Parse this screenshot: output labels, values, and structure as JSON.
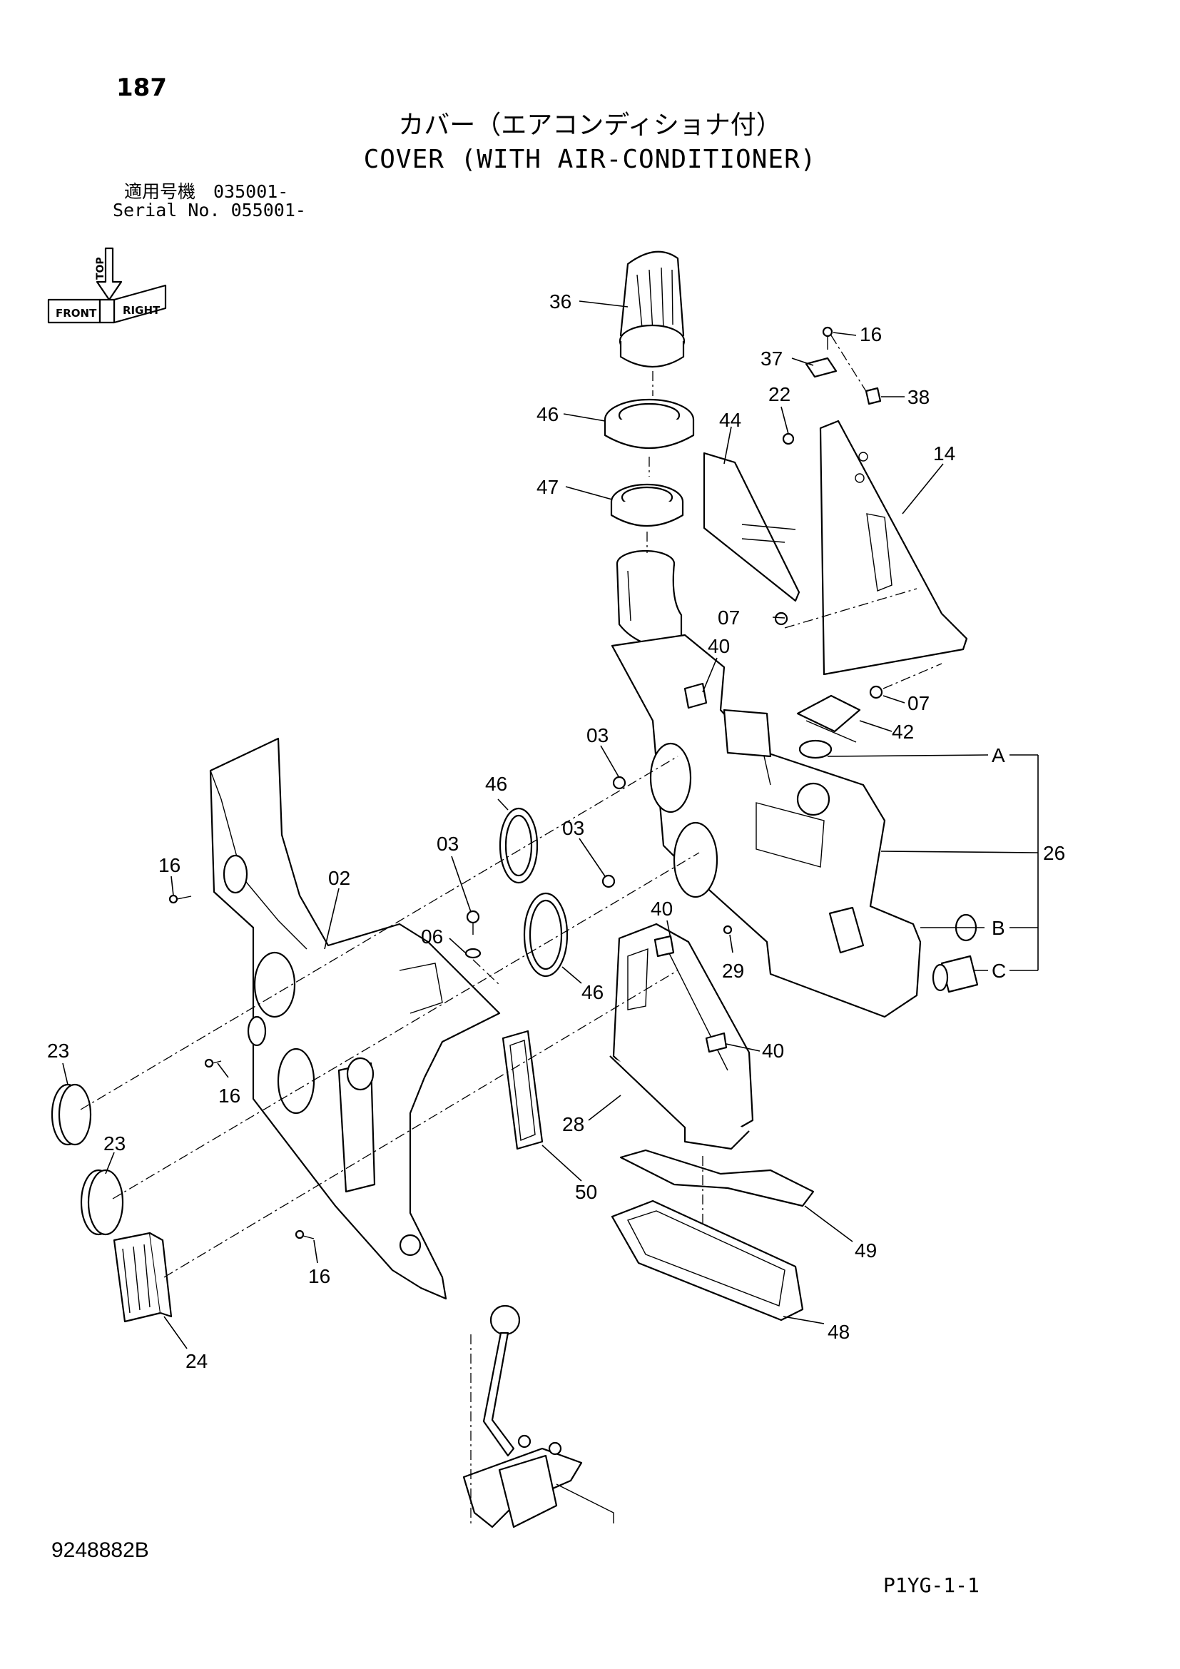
{
  "header": {
    "page_number": "187",
    "title_jp": "カバー（エアコンディショナ付）",
    "title_en": "COVER (WITH AIR-CONDITIONER)",
    "serial_jp": "適用号機　035001-",
    "serial_en": "Serial No. 055001-"
  },
  "orientation_icon": {
    "top": "TOP",
    "front": "FRONT",
    "right": "RIGHT"
  },
  "callouts": {
    "p36": "36",
    "p16a": "16",
    "p37": "37",
    "p38": "38",
    "p22": "22",
    "p46a": "46",
    "p44": "44",
    "p14": "14",
    "p47": "47",
    "p07a": "07",
    "p40a": "40",
    "p07b": "07",
    "p42": "42",
    "p03a": "03",
    "pA": "A",
    "p46b": "46",
    "p03b": "03",
    "p03c": "03",
    "p26": "26",
    "p16b": "16",
    "p02": "02",
    "p06": "06",
    "p40b": "40",
    "pB": "B",
    "pC": "C",
    "p29": "29",
    "p46c": "46",
    "p23a": "23",
    "p40c": "40",
    "p16c": "16",
    "p23b": "23",
    "p28": "28",
    "p50": "50",
    "p49": "49",
    "p16d": "16",
    "p48": "48",
    "p24": "24"
  },
  "footer": {
    "doc_number": "9248882B",
    "page_code": "P1YG-1-1"
  }
}
